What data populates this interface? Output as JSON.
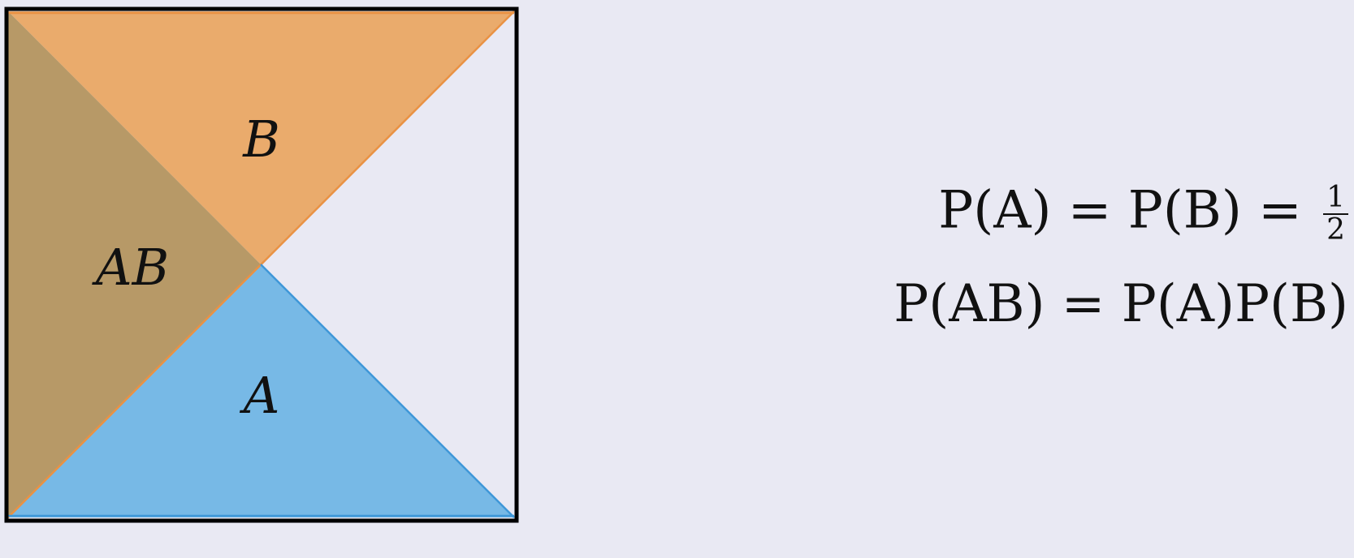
{
  "diagram": {
    "labels": {
      "top": "B",
      "left": "AB",
      "bottom": "A"
    },
    "colors": {
      "background": "#e9e9f3",
      "region_B": "#eaab6c",
      "region_AB": "#b79967",
      "region_A": "#77b9e6",
      "edge_B": "#e99244",
      "edge_A": "#3f97d8",
      "frame": "#000000"
    }
  },
  "equations": {
    "line1": {
      "lhs": "P(A) = P(B) = ",
      "frac_num": "1",
      "frac_den": "2"
    },
    "line2": "P(AB) = P(A)P(B)"
  }
}
